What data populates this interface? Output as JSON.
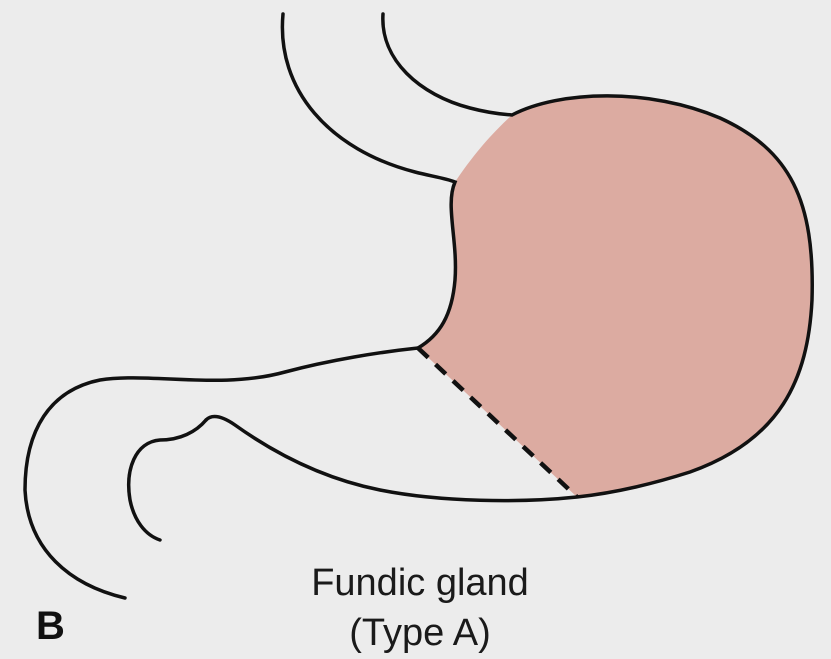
{
  "figure": {
    "panel_letter": "B",
    "caption_line1": "Fundic gland",
    "caption_line2": "(Type A)"
  },
  "colors": {
    "background": "#ececec",
    "highlight_region": "#dcaba1",
    "outline": "#111111"
  }
}
